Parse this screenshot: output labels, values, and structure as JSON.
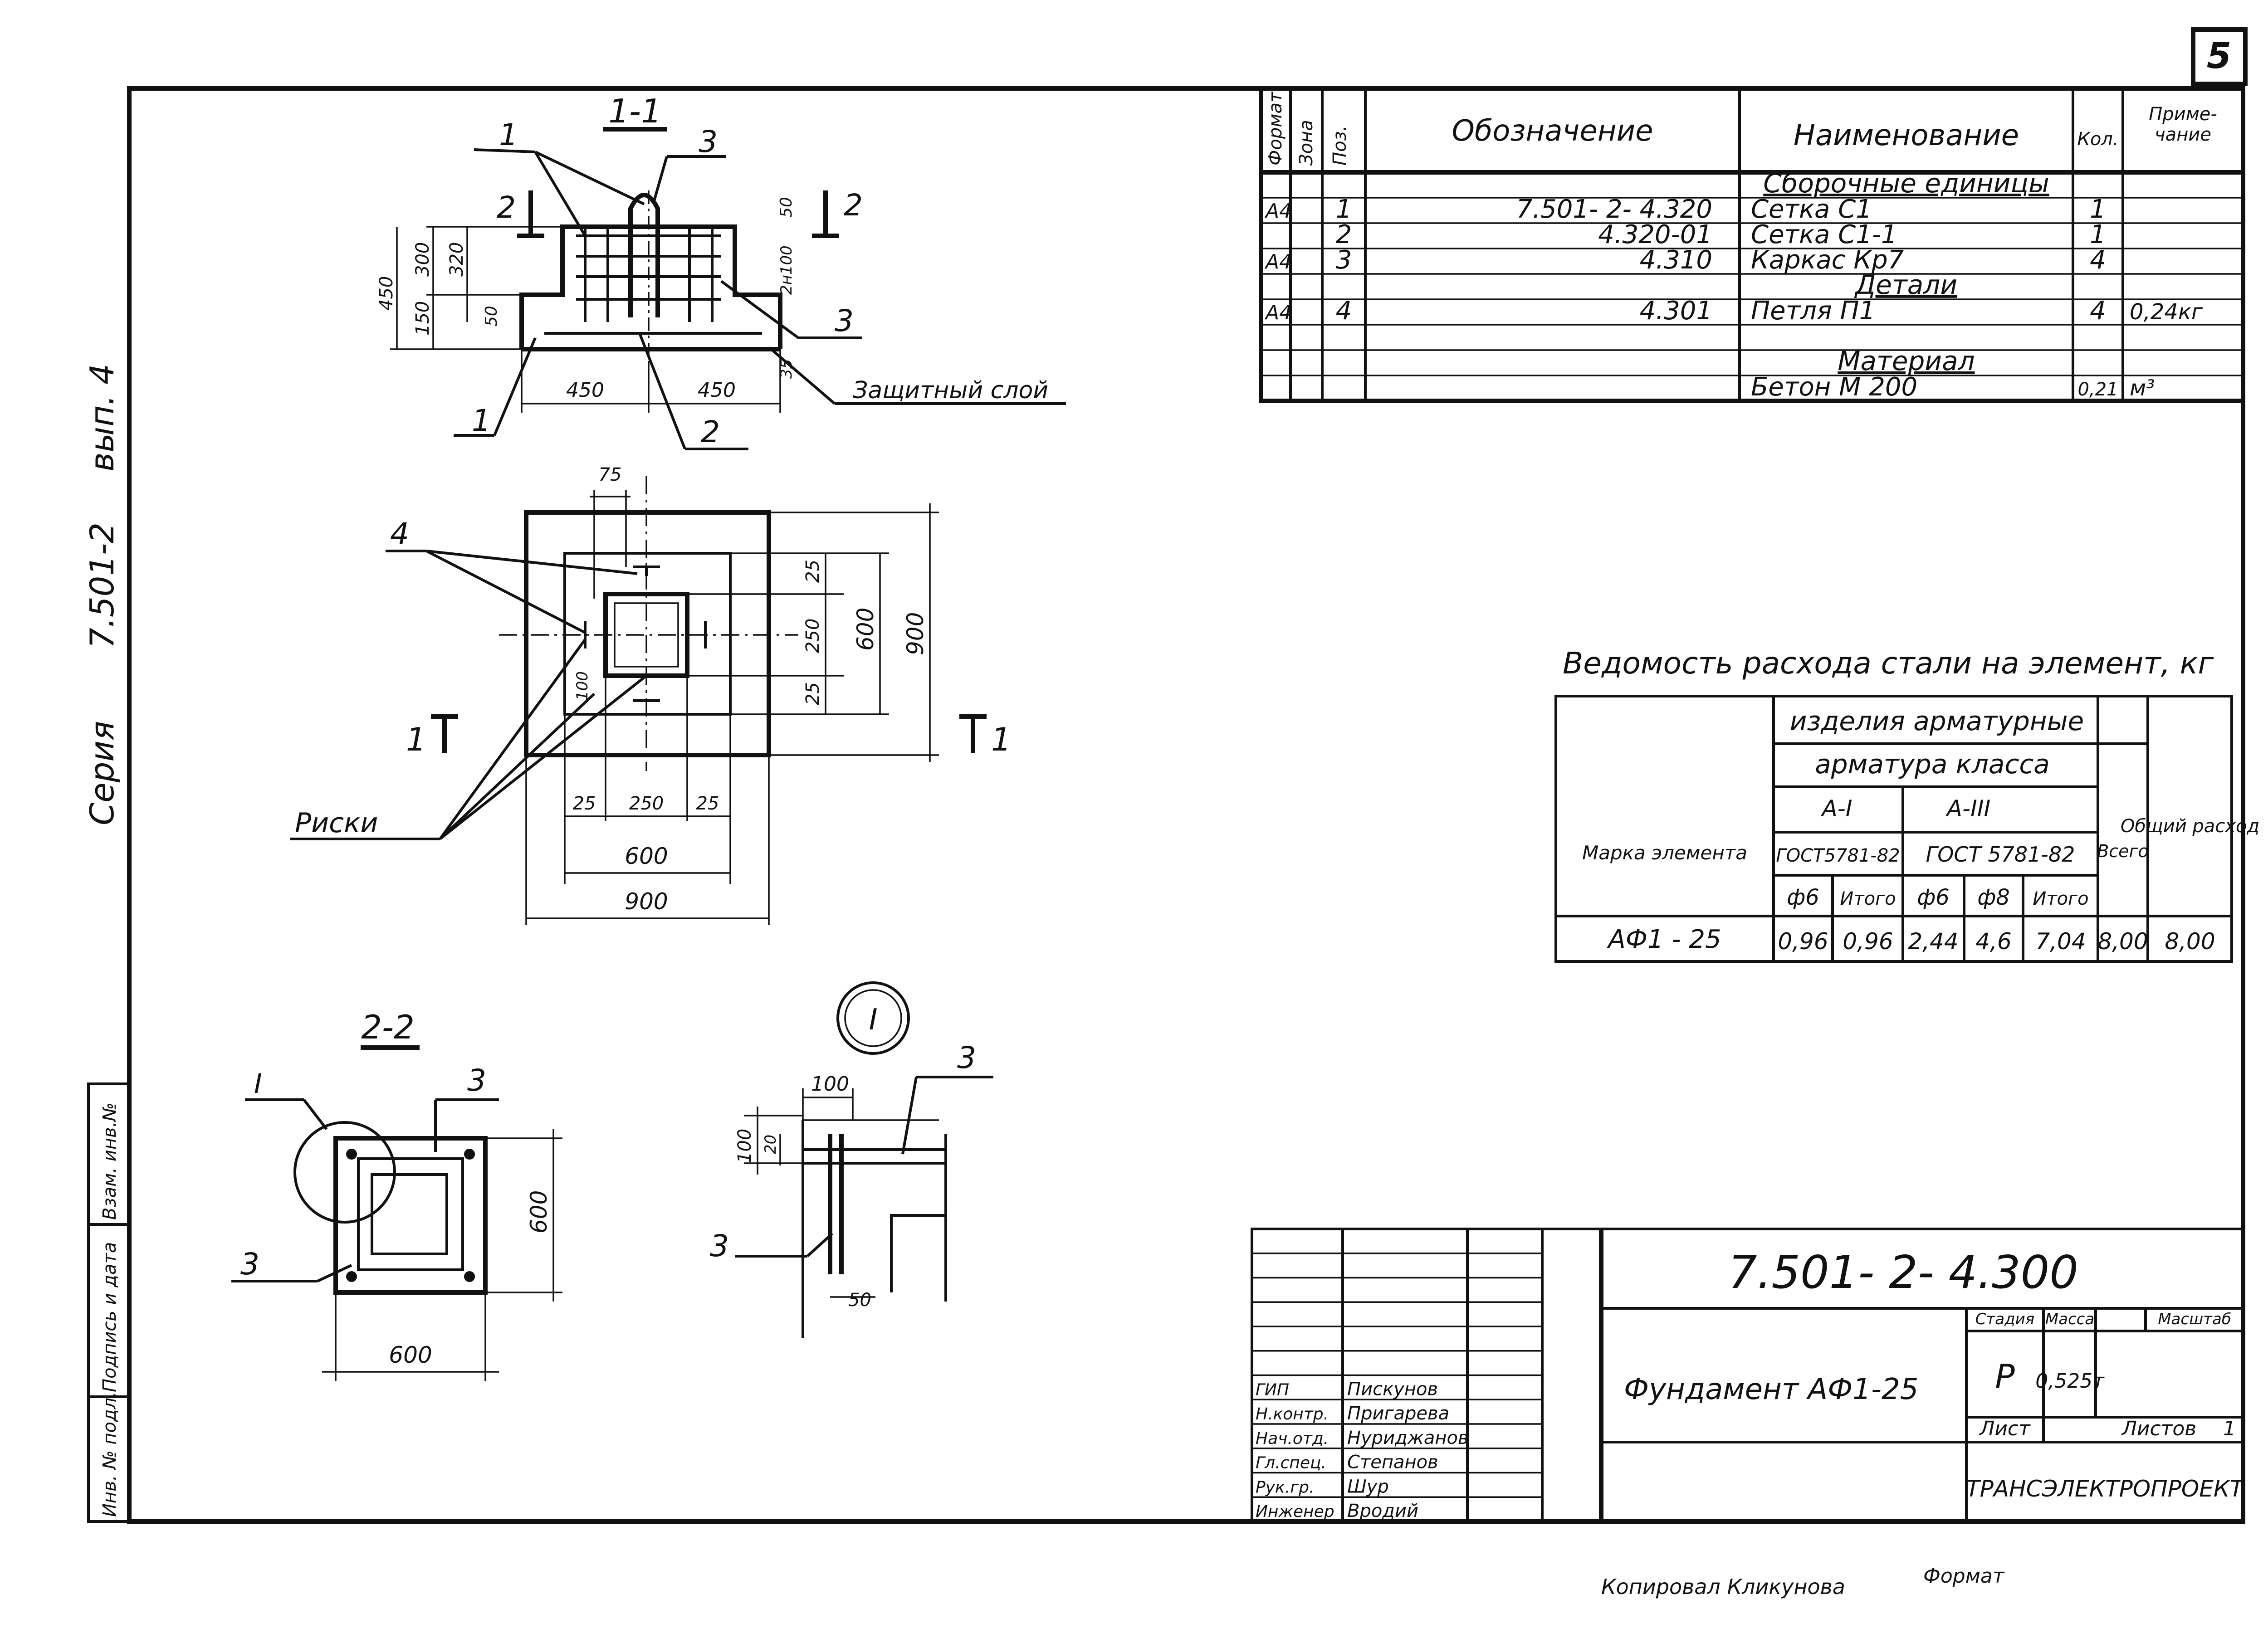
{
  "sheet": {
    "page_number": "5",
    "side_series_label": "Серия",
    "side_series_code": "7.501-2",
    "side_issue": "вып. 4",
    "left_stamp": [
      "Инв. № подл.",
      "Подпись и дата",
      "Взам. инв.№"
    ],
    "copied_by": "Копировал Кликунова",
    "format_label": "Формат"
  },
  "spec_table": {
    "headers": {
      "format": "Формат",
      "zone": "Зона",
      "pos": "Поз.",
      "designation": "Обозначение",
      "name": "Наименование",
      "qty": "Кол.",
      "note": "Приме-чание"
    },
    "rows": [
      {
        "format": "",
        "pos": "",
        "designation": "",
        "name": "Сборочные единицы",
        "qty": "",
        "note": "",
        "section": true
      },
      {
        "format": "А4",
        "pos": "1",
        "designation": "7.501- 2- 4.320",
        "name": "Сетка С1",
        "qty": "1",
        "note": ""
      },
      {
        "format": "",
        "pos": "2",
        "designation": "4.320-01",
        "name": "Сетка С1-1",
        "qty": "1",
        "note": ""
      },
      {
        "format": "А4",
        "pos": "3",
        "designation": "4.310",
        "name": "Каркас Кр7",
        "qty": "4",
        "note": ""
      },
      {
        "format": "",
        "pos": "",
        "designation": "",
        "name": "Детали",
        "qty": "",
        "note": "",
        "section": true
      },
      {
        "format": "А4",
        "pos": "4",
        "designation": "4.301",
        "name": "Петля П1",
        "qty": "4",
        "note": "0,24кг"
      },
      {
        "format": "",
        "pos": "",
        "designation": "",
        "name": "",
        "qty": "",
        "note": ""
      },
      {
        "format": "",
        "pos": "",
        "designation": "",
        "name": "Материал",
        "qty": "",
        "note": "",
        "section": true
      },
      {
        "format": "",
        "pos": "",
        "designation": "",
        "name": "Бетон М 200",
        "qty": "0,21",
        "note": "м³"
      }
    ]
  },
  "steel_table": {
    "title": "Ведомость расхода стали на элемент, кг",
    "h_items": "изделия арматурные",
    "h_class": "арматура класса",
    "h_a1": "А-I",
    "h_a3": "А-III",
    "h_gost1": "ГОСТ5781-82",
    "h_gost2": "ГОСТ 5781-82",
    "h_total": "Всего",
    "h_overall": "Общий расход",
    "h_mark": "Марка элемента",
    "sub": [
      "ф6",
      "Итого",
      "ф6",
      "ф8",
      "Итого"
    ],
    "row": {
      "mark": "АФ1 - 25",
      "values": [
        "0,96",
        "0,96",
        "2,44",
        "4,6",
        "7,04",
        "8,00",
        "8,00"
      ]
    }
  },
  "drawing": {
    "section_1_1": "1-1",
    "section_2_2": "2-2",
    "detail_mark": "I",
    "label_protective_layer": "Защитный слой",
    "label_marks": "Риски",
    "dims_section": [
      "450",
      "300",
      "150",
      "320",
      "50",
      "50",
      "2н100",
      "35",
      "450",
      "450"
    ],
    "dims_plan": [
      "75",
      "25",
      "250",
      "25",
      "600",
      "900",
      "100",
      "25",
      "250",
      "25",
      "600",
      "900"
    ],
    "dims_2_2": [
      "600",
      "600"
    ],
    "dims_detail": [
      "100",
      "100",
      "20",
      "50"
    ],
    "pos_labels": [
      "1",
      "2",
      "3",
      "4"
    ]
  },
  "title_block": {
    "code": "7.501- 2- 4.300",
    "name": "Фундамент АФ1-25",
    "stage_label": "Стадия",
    "mass_label": "Масса",
    "scale_label": "Масштаб",
    "stage": "Р",
    "mass": "0,525т",
    "sheet_label": "Лист",
    "sheets_label": "Листов",
    "sheets": "1",
    "org": "ТРАНСЭЛЕКТРОПРОЕКТ",
    "people": [
      {
        "role": "ГИП",
        "name": "Пискунов"
      },
      {
        "role": "Н.контр.",
        "name": "Пригарева"
      },
      {
        "role": "Нач.отд.",
        "name": "Нуриджанов"
      },
      {
        "role": "Гл.спец.",
        "name": "Степанов"
      },
      {
        "role": "Рук.гр.",
        "name": "Шур"
      },
      {
        "role": "Инженер",
        "name": "Вродий"
      }
    ]
  }
}
